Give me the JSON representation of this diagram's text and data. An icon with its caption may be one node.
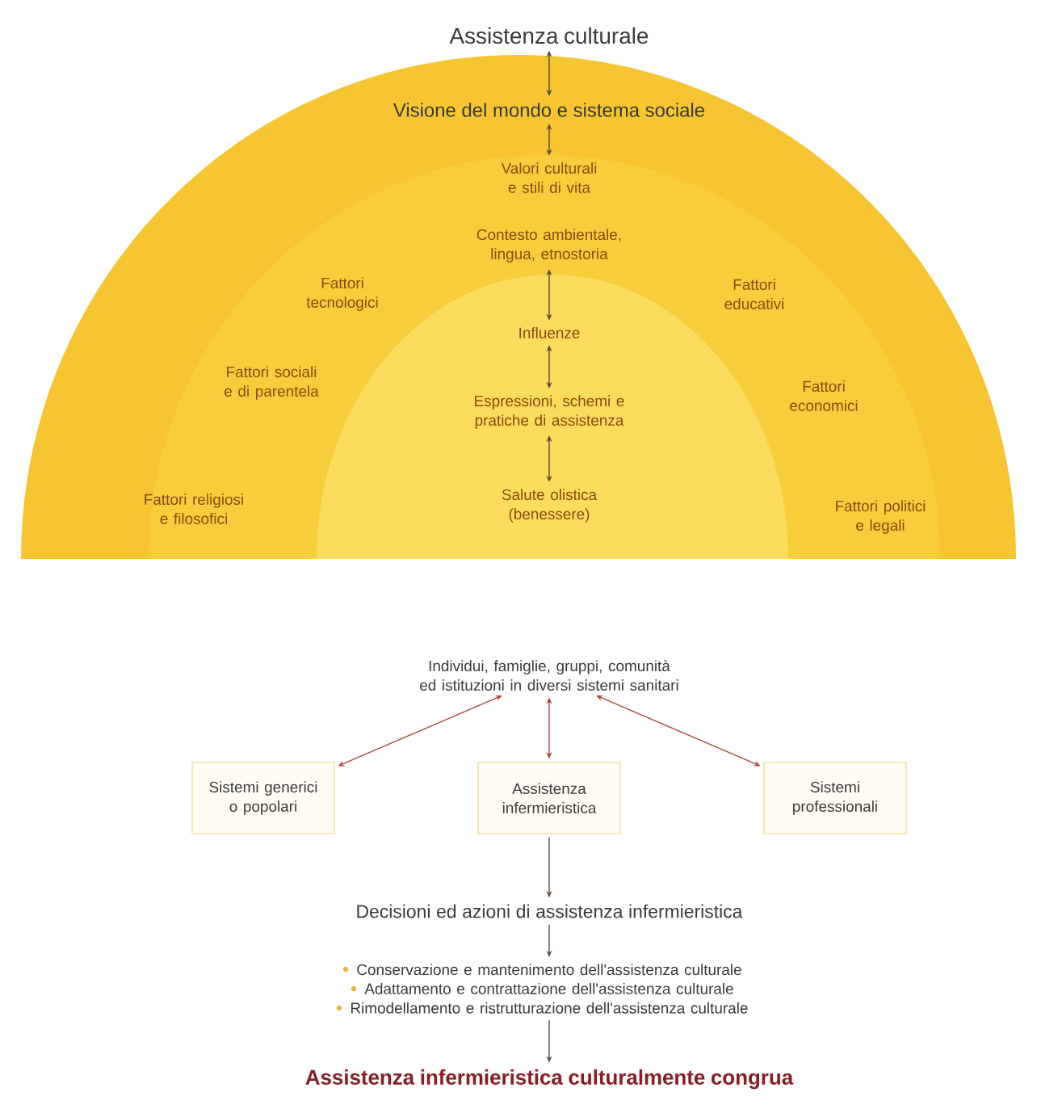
{
  "diagram": {
    "nodes": [
      {
        "text": [
          "Assistenza culturale"
        ]
      },
      {
        "text": [],
        "shape": "semicircle"
      },
      {
        "text": [
          "Visione del mondo e sistema sociale"
        ],
        "in": 1
      },
      {
        "text": [
          "Fattori religiosi e filosofici"
        ],
        "in": 5
      },
      {
        "text": [
          "Fattori politici e legali"
        ],
        "in": 5
      },
      {
        "text": [],
        "shape": "semicircle",
        "in": 1
      },
      {
        "text": [
          "Valori culturali e stili di vita"
        ],
        "in": 5
      },
      {
        "text": [
          "Contesto ambientale, lingua, etnostoria"
        ],
        "in": 5
      },
      {
        "text": [
          "Fattori tecnologici"
        ],
        "in": 5
      },
      {
        "text": [
          "Fattori educativi"
        ],
        "in": 5
      },
      {
        "text": [
          "Fattori sociali e di parentela"
        ],
        "in": 5
      },
      {
        "text": [
          "Fattori economici"
        ],
        "in": 5
      },
      {
        "text": [],
        "shape": "semicircle",
        "in": 5
      },
      {
        "text": [
          "Influenze"
        ],
        "in": 12
      },
      {
        "text": [
          "Espressioni, schemi e pratiche di assistenza"
        ],
        "in": 12
      },
      {
        "text": [
          "Salute olistica (benessere)"
        ],
        "in": 12
      },
      {
        "text": [
          "Individui, famiglie, gruppi, comunità ed istituzioni in diversi sistemi sanitari"
        ]
      },
      {
        "text": [
          "Sistemi generici o popolari"
        ]
      },
      {
        "text": [
          "Assistenza infermieristica"
        ]
      },
      {
        "text": [
          "Sistemi professionali"
        ]
      },
      {
        "text": [
          "Decisioni ed azioni di assistenza infermieristica"
        ]
      },
      {
        "text": [
          "Conservazione e mantenimento dell'assistenza culturale",
          "Adattamento e contrattazione dell'assistenza culturale",
          "Rimodellamento e ristrutturazione dell'assistenza culturale"
        ]
      },
      {
        "text": [
          "Assistenza infermieristica culturalmente congrua"
        ]
      }
    ],
    "edges": [
      {
        "from": 0,
        "to": 2,
        "arrow": "both"
      },
      {
        "from": 2,
        "to": 6,
        "arrow": "both"
      },
      {
        "from": 7,
        "to": 13,
        "arrow": "both"
      },
      {
        "from": 13,
        "to": 14,
        "arrow": "both"
      },
      {
        "from": 14,
        "to": 15,
        "arrow": "both"
      },
      {
        "from": 16,
        "to": 17,
        "arrow": "both",
        "color": "#a8473c"
      },
      {
        "from": 16,
        "to": 18,
        "arrow": "both",
        "color": "#a8473c"
      },
      {
        "from": 16,
        "to": 19,
        "arrow": "both",
        "color": "#a8473c"
      },
      {
        "from": 18,
        "to": 20,
        "arrow": "to"
      },
      {
        "from": 20,
        "to": 21,
        "arrow": "to"
      },
      {
        "from": 21,
        "to": 22,
        "arrow": "to"
      }
    ]
  }
}
